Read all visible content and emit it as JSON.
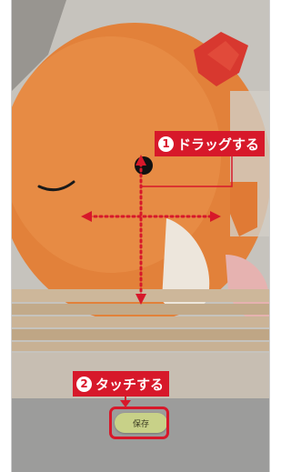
{
  "instructions": {
    "drag": {
      "step": "1",
      "text": "ドラッグする"
    },
    "touch": {
      "step": "2",
      "text": "タッチする"
    }
  },
  "toolbar": {
    "save_label": "保存"
  },
  "colors": {
    "accent": "#d7182a",
    "save_button": "#c8d188",
    "bottom_bar": "#9c9c9b"
  }
}
